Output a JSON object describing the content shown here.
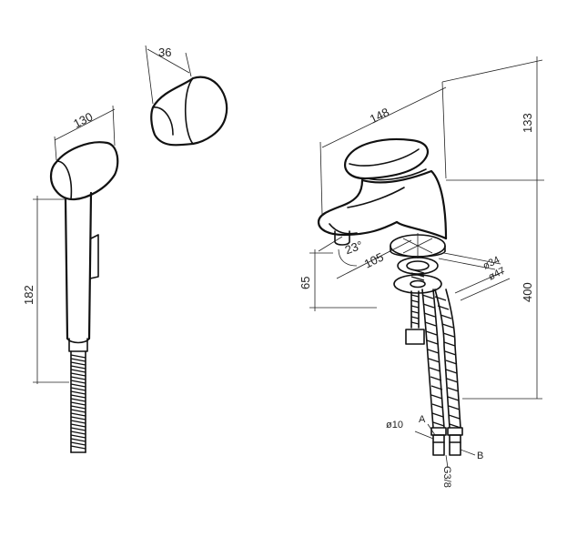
{
  "hand_shower": {
    "width": "130",
    "height": "182"
  },
  "holder": {
    "width": "36"
  },
  "faucet": {
    "reach": "148",
    "height_above_deck": "133",
    "angle": "23°",
    "deck_distance": "105",
    "spout_height": "65",
    "hose_length": "400",
    "hole_diameter": "ø34",
    "base_diameter": "ø47",
    "hose_diameter": "ø10",
    "connection_a": "A",
    "connection_b": "B",
    "thread": "G3/8"
  }
}
